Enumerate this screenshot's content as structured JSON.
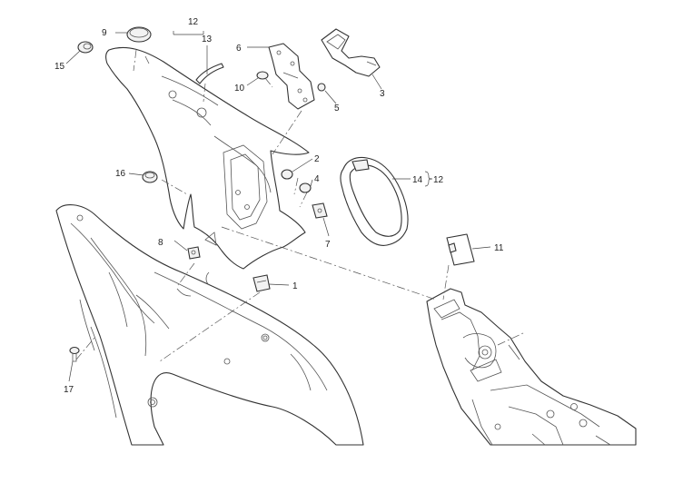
{
  "callouts": {
    "c1": "1",
    "c2": "2",
    "c3": "3",
    "c4": "4",
    "c5": "5",
    "c6": "6",
    "c7": "7",
    "c8": "8",
    "c9": "9",
    "c10": "10",
    "c11": "11",
    "c12_top": "12",
    "c13": "13",
    "c14": "14",
    "c12_right": "12",
    "c15": "15",
    "c16": "16",
    "c17": "17"
  },
  "colors": {
    "line": "#333333",
    "background": "#ffffff"
  }
}
